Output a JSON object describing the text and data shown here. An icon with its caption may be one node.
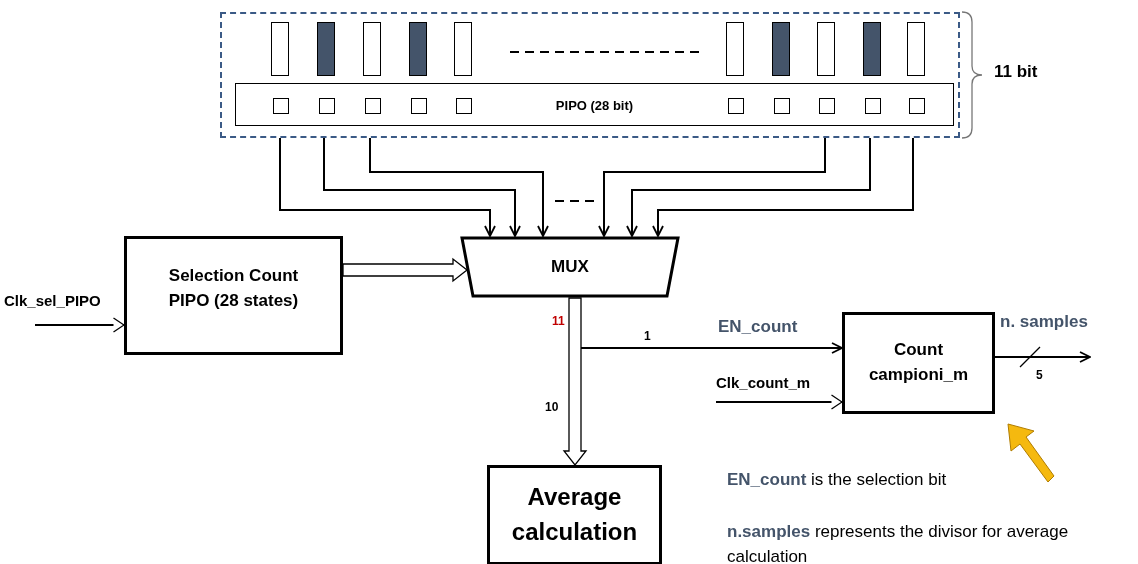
{
  "diagram": {
    "nodes": [
      {
        "text": [],
        "shape": "box"
      },
      {
        "text": [],
        "shape": "bar",
        "in": 0
      },
      {
        "text": [],
        "shape": "bar",
        "in": 0
      },
      {
        "text": [],
        "shape": "bar",
        "in": 0
      },
      {
        "text": [],
        "shape": "bar",
        "in": 0
      },
      {
        "text": [],
        "shape": "bar",
        "in": 0
      },
      {
        "text": [],
        "shape": "bar",
        "in": 0
      },
      {
        "text": [],
        "shape": "bar",
        "in": 0
      },
      {
        "text": [],
        "shape": "bar",
        "in": 0
      },
      {
        "text": [],
        "shape": "bar",
        "in": 0
      },
      {
        "text": [],
        "shape": "bar",
        "in": 0
      },
      {
        "text": [
          "PIPO (28 bit)"
        ],
        "in": 0
      },
      {
        "text": [],
        "shape": "box",
        "in": 11
      },
      {
        "text": [],
        "shape": "box",
        "in": 11
      },
      {
        "text": [],
        "shape": "box",
        "in": 11
      },
      {
        "text": [],
        "shape": "box",
        "in": 11
      },
      {
        "text": [],
        "shape": "box",
        "in": 11
      },
      {
        "text": [],
        "shape": "box",
        "in": 11
      },
      {
        "text": [],
        "shape": "box",
        "in": 11
      },
      {
        "text": [],
        "shape": "box",
        "in": 11
      },
      {
        "text": [],
        "shape": "box",
        "in": 11
      },
      {
        "text": [],
        "shape": "box",
        "in": 11
      },
      {
        "text": [
          "Clk_sel_PIPO"
        ]
      },
      {
        "text": [
          "Selection Count PIPO (28 states)"
        ]
      },
      {
        "text": [
          "MUX"
        ]
      },
      {
        "text": [
          "Average calculation"
        ]
      },
      {
        "text": [
          "Clk_count_m"
        ]
      },
      {
        "text": [
          "Count campioni_m"
        ],
        "beside": [
          "n. samples"
        ]
      }
    ],
    "edges": [
      {
        "from": 0,
        "to": 24,
        "arrow": "to"
      },
      {
        "from": 0,
        "to": 24,
        "arrow": "to"
      },
      {
        "from": 0,
        "to": 24,
        "arrow": "to"
      },
      {
        "from": 0,
        "to": 24,
        "arrow": "to"
      },
      {
        "from": 0,
        "to": 24,
        "arrow": "to"
      },
      {
        "from": 0,
        "to": 24,
        "arrow": "to"
      },
      {
        "from": 23,
        "to": 24,
        "arrow": "to",
        "style": "thick"
      },
      {
        "from": 22,
        "to": 23,
        "arrow": "to"
      },
      {
        "from": 24,
        "to": 25,
        "arrow": "to",
        "label": "10",
        "style": "thick"
      },
      {
        "from": 24,
        "to": 27,
        "arrow": "to",
        "label": "1"
      },
      {
        "from": 26,
        "to": 27,
        "arrow": "to"
      },
      {
        "from": 27,
        "to": null,
        "arrow": "to",
        "label": "5"
      }
    ],
    "labels": [
      "11 bit",
      "11",
      "EN_count",
      "**EN_count** is the selection bit",
      "**n.samples** represents the divisor for average calculation"
    ]
  }
}
